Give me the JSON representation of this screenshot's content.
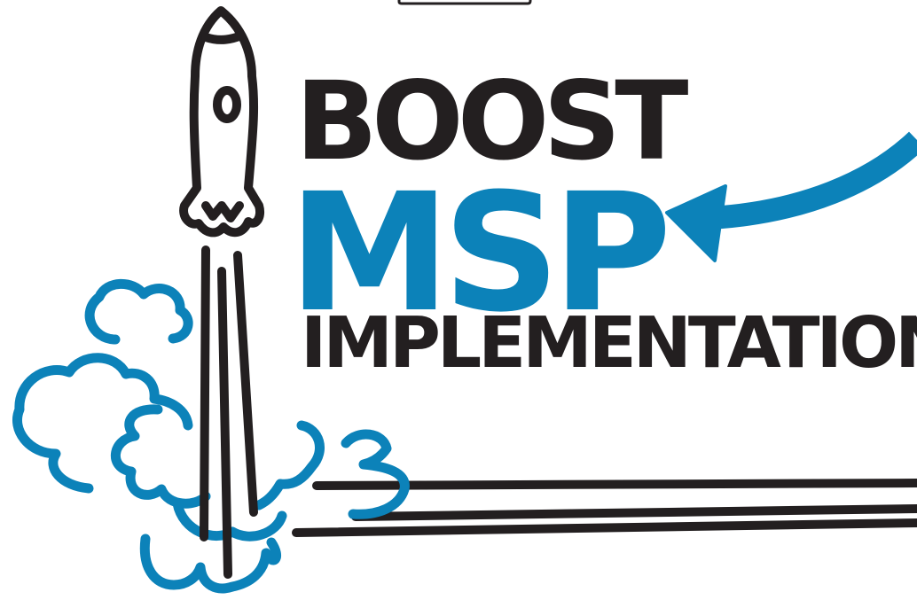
{
  "headline": {
    "line1": "BOOST",
    "line2": "MSP",
    "line3": "IMPLEMENTATION"
  },
  "colors": {
    "ink": "#231f20",
    "accent": "#0c82b9",
    "background": "#ffffff"
  },
  "icons": [
    "rocket-icon",
    "smoke-cloud-icon",
    "curved-arrow-icon",
    "speed-lines-icon"
  ]
}
